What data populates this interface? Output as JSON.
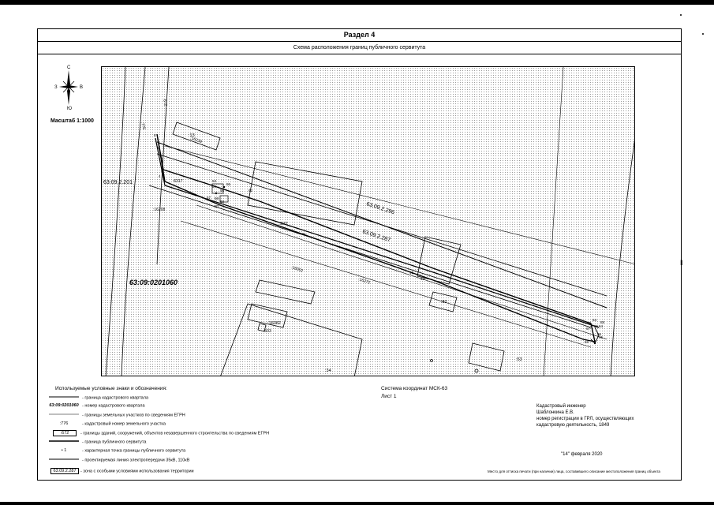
{
  "sheet": {
    "section_title": "Раздел 4",
    "subtitle": "Схема расположения границ публичного сервитута"
  },
  "compass": {
    "north": "С",
    "south": "Ю",
    "west": "З",
    "east": "В"
  },
  "scale": "Масштаб 1:1000",
  "map": {
    "quarter_number": "63:09:0201060",
    "labels": {
      "l13": ":13",
      "l16239": ":16239",
      "l16208": ":16208",
      "l6317": ":6317",
      "l672_parcel": ":672",
      "l672_diag": ":672",
      "l776": ":776",
      "l16002": ":16002",
      "l16272": ":16272",
      "l16082": ":16082",
      "l82": ":82",
      "l503": ":503",
      "l34": ":34",
      "l53": ":53",
      "zone1": "63:09.2.201",
      "zone2": "63.09.2.296",
      "zone3": "63.09.2.287"
    },
    "points": {
      "p1": "1",
      "p8": "8",
      "p9": "9",
      "p4": "4",
      "p53": "53",
      "p54": "54",
      "p55": "55",
      "p56": "56",
      "p57": "57",
      "p58": "58",
      "p59": "59",
      "p60": "60",
      "p61": "61",
      "p62": "62",
      "p63": "63",
      "p64": "64",
      "p65": "65",
      "p66": "66",
      "p67": "67",
      "p68": "68",
      "p69": "69",
      "p48": "48",
      "p45": "45",
      "p42": "42",
      "p41": "41"
    }
  },
  "legend": {
    "title": "Используемые условные знаки и обозначения:",
    "rows": [
      {
        "sym": "",
        "text": "- граница кадастрового квартала"
      },
      {
        "sym": "63:09:0201060",
        "text": "- номер кадастрового квартала"
      },
      {
        "sym": "",
        "text": "- границы земельных участков по сведениям ЕГРН"
      },
      {
        "sym": ":776",
        "text": "- кадастровый номер земельного участка"
      },
      {
        "sym": ":672",
        "text": "- границы зданий, сооружений, объектов незавершенного строительства по сведениям ЕГРН"
      },
      {
        "sym": "",
        "text": "- граница публичного сервитута"
      },
      {
        "sym": "1",
        "text": "- характерная точка границы публичного сервитута"
      },
      {
        "sym": "",
        "text": "- проектируемая линия электропередачи 35кВ, 110кВ"
      },
      {
        "sym": "63.09.2.287",
        "text": "- зона с особыми условиями использования территории"
      }
    ]
  },
  "coordinate_system": "Система координат МСК-63",
  "sheet_number": "Лист 1",
  "engineer": {
    "line1": "Кадастровый инженер",
    "line2": "Шаблонкина Е.В.",
    "line3": "номер регистрации в ГРЛ, осуществляющих",
    "line4": "кадастровую деятельность, 1849"
  },
  "date": "\"14\" февраля 2020",
  "footnote": "Место для оттиска печати (при наличии) лица, составившего описание местоположения границ объекта"
}
